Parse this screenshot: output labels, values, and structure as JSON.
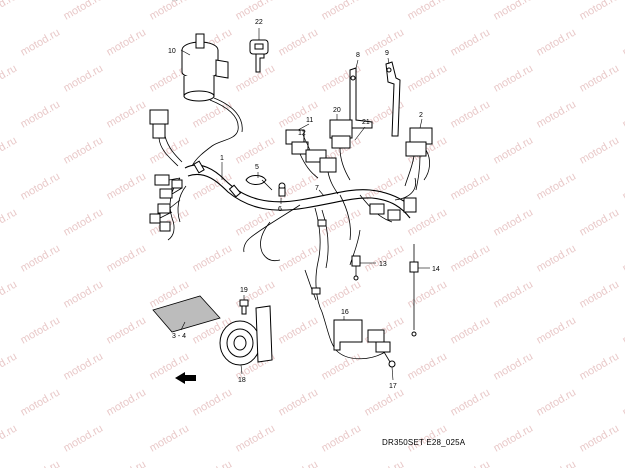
{
  "header_fragment": "...",
  "diagram_code": "DR350SET E28_025A",
  "watermark_text": "motod.ru",
  "callouts": {
    "c1": "1",
    "c2": "2",
    "c3_4": "3 - 4",
    "c5": "5",
    "c6": "6",
    "c7": "7",
    "c8": "8",
    "c9": "9",
    "c10": "10",
    "c11": "11",
    "c12": "12",
    "c13": "13",
    "c14": "14",
    "c16": "16",
    "c17": "17",
    "c18": "18",
    "c19": "19",
    "c20": "20",
    "c21": "21",
    "c22": "22"
  },
  "colors": {
    "line": "#000000",
    "watermark": "#e9c9c9",
    "background": "#ffffff"
  }
}
